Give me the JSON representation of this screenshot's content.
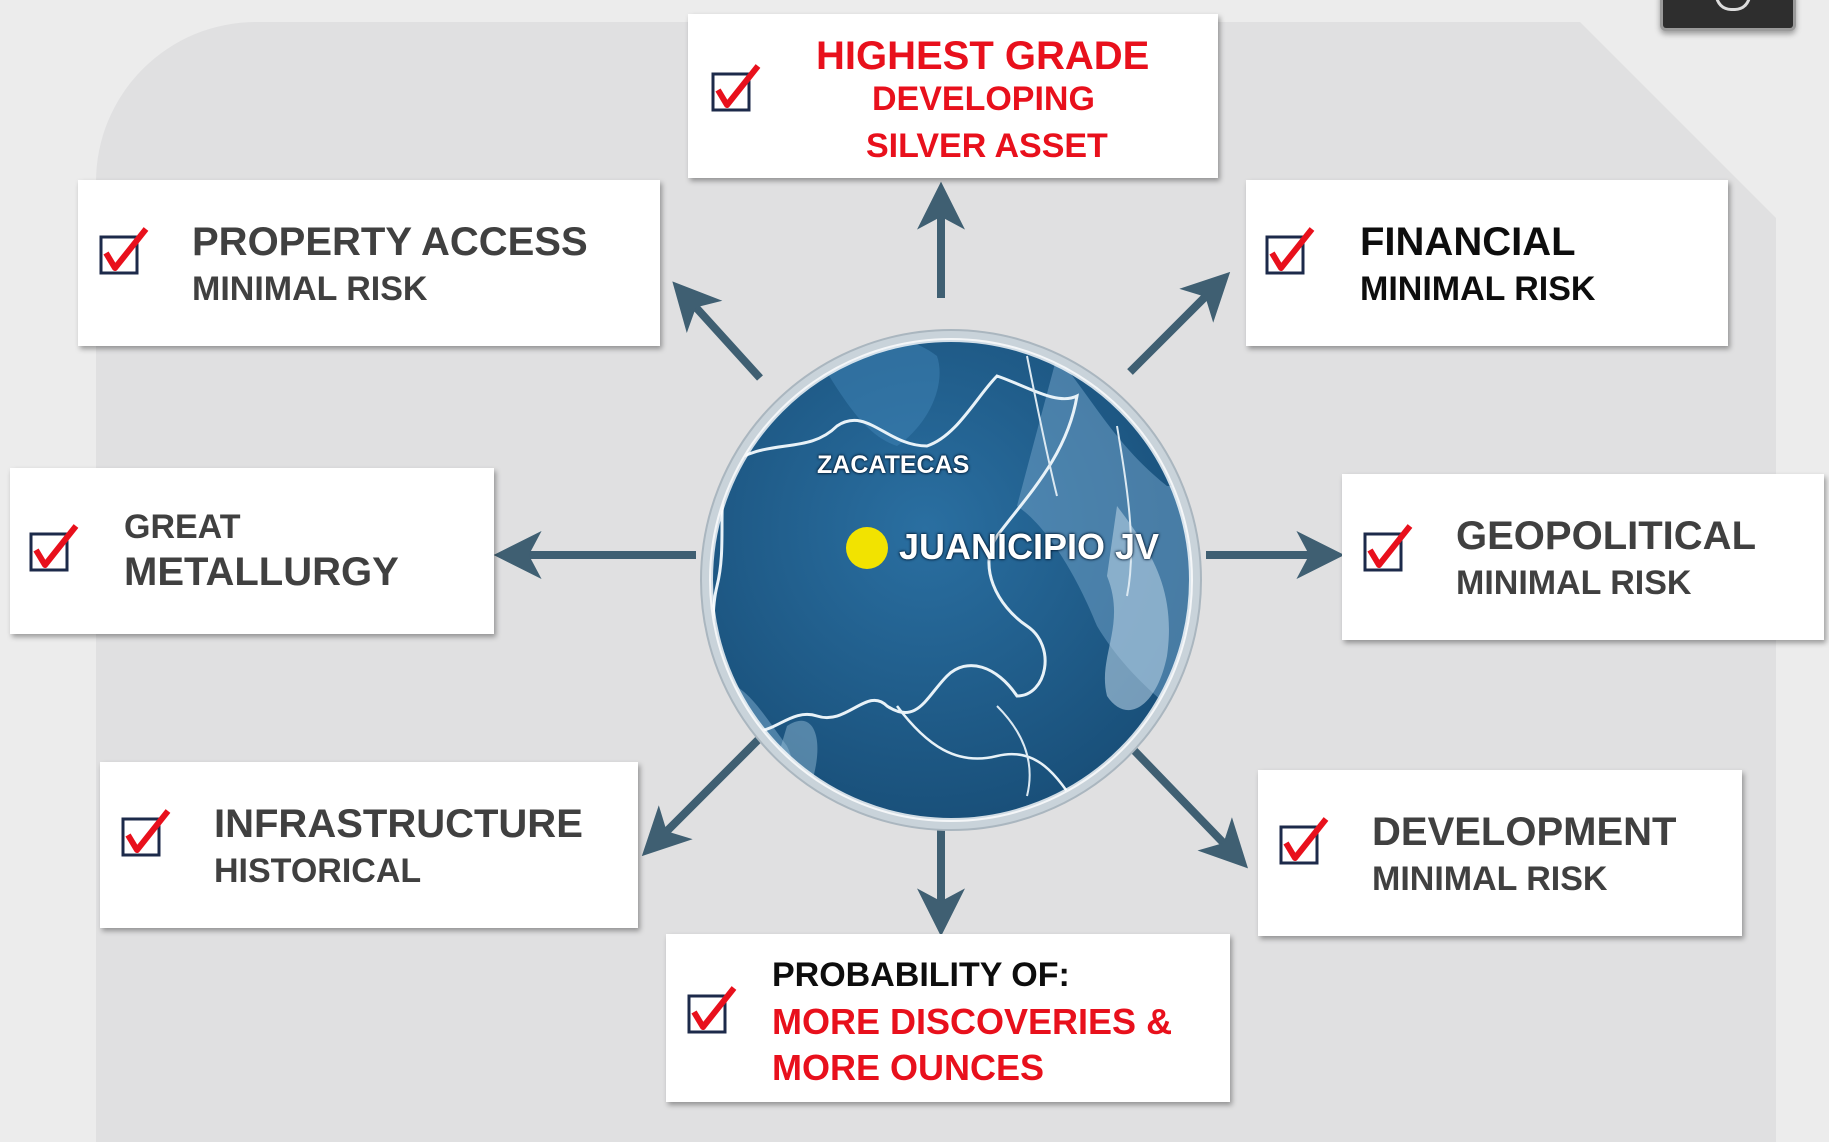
{
  "center": {
    "region_label": "ZACATECAS",
    "site_label": "JUANICIPIO JV"
  },
  "cards": {
    "top": {
      "lines": [
        "HIGHEST GRADE",
        "DEVELOPING",
        "SILVER ASSET"
      ]
    },
    "top_left": {
      "title": "PROPERTY ACCESS",
      "subtitle": "MINIMAL RISK"
    },
    "top_right": {
      "title": "FINANCIAL",
      "subtitle": "MINIMAL RISK"
    },
    "left": {
      "title": "GREAT",
      "subtitle": "METALLURGY"
    },
    "right": {
      "title": "GEOPOLITICAL",
      "subtitle": "MINIMAL RISK"
    },
    "bottom_left": {
      "title": "INFRASTRUCTURE",
      "subtitle": "HISTORICAL"
    },
    "bottom_right": {
      "title": "DEVELOPMENT",
      "subtitle": "MINIMAL RISK"
    },
    "bottom": {
      "lines": [
        "PROBABILITY OF:",
        "MORE DISCOVERIES &",
        "MORE OUNCES"
      ]
    }
  },
  "colors": {
    "accent_red": "#e8101c",
    "arrow": "#3f5f72",
    "globe_blue": "#1f5f8e",
    "marker_yellow": "#f2e300"
  },
  "icons": {
    "check": "checkbox-checked-icon",
    "marker": "location-dot-icon"
  }
}
